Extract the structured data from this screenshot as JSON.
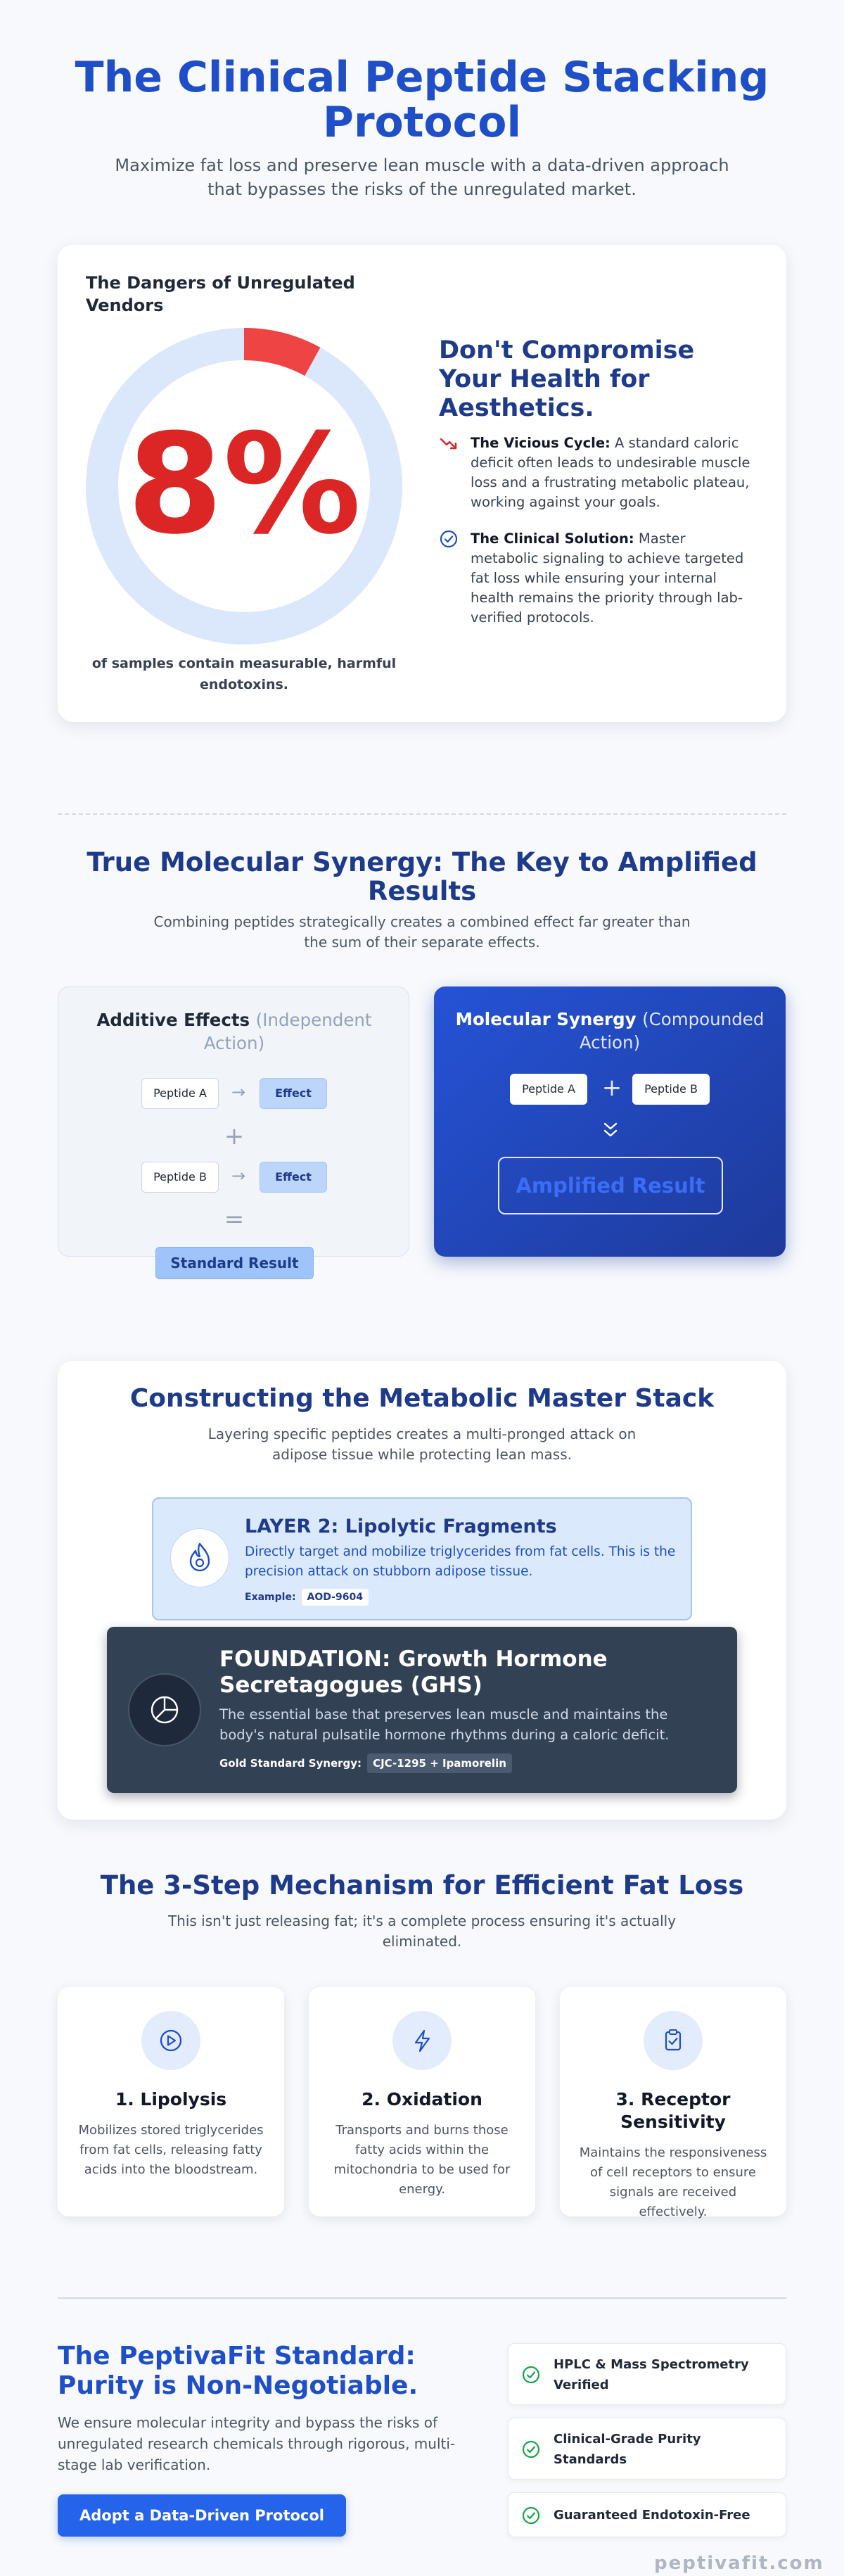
{
  "hero": {
    "title": "The Clinical Peptide Stacking Protocol",
    "subtitle": "Maximize fat loss and preserve lean muscle with a data-driven approach that bypasses the risks of the unregulated market."
  },
  "dangers": {
    "label": "The Dangers of Unregulated Vendors",
    "stat_value": "8%",
    "stat_fraction": 0.08,
    "caption": "of samples contain measurable, harmful endotoxins.",
    "heading": "Don't Compromise Your Health for Aesthetics.",
    "points": [
      {
        "title": "The Vicious Cycle:",
        "text": " A standard caloric deficit often leads to undesirable muscle loss and a frustrating metabolic plateau, working against your goals.",
        "icon": "trend-down-icon"
      },
      {
        "title": "The Clinical Solution:",
        "text": " Master metabolic signaling to achieve targeted fat loss while ensuring your internal health remains the priority through lab-verified protocols.",
        "icon": "check-circle-icon"
      }
    ]
  },
  "synergy": {
    "title": "True Molecular Synergy: The Key to Amplified Results",
    "subtitle": "Combining peptides strategically creates a combined effect far greater than the sum of their separate effects.",
    "additive": {
      "title": "Additive Effects",
      "qualifier": "(Independent Action)",
      "peptide_a": "Peptide A",
      "peptide_b": "Peptide B",
      "effect": "Effect",
      "result": "Standard Result"
    },
    "molecular": {
      "title": "Molecular Synergy",
      "qualifier": "(Compounded Action)",
      "peptide_a": "Peptide A",
      "peptide_b": "Peptide B",
      "result": "Amplified Result"
    }
  },
  "stack": {
    "title": "Constructing the Metabolic Master Stack",
    "subtitle": "Layering specific peptides creates a multi-pronged attack on adipose tissue while protecting lean mass.",
    "layer2": {
      "title": "LAYER 2: Lipolytic Fragments",
      "description": "Directly target and mobilize triglycerides from fat cells. This is the precision attack on stubborn adipose tissue.",
      "example_label": "Example:",
      "example_value": "AOD-9604",
      "icon": "flame-icon"
    },
    "foundation": {
      "title": "FOUNDATION: Growth Hormone Secretagogues (GHS)",
      "description": "The essential base that preserves lean muscle and maintains the body's natural pulsatile hormone rhythms during a caloric deficit.",
      "gold_label": "Gold Standard Synergy:",
      "gold_value": "CJC-1295 + Ipamorelin",
      "icon": "pie-icon"
    }
  },
  "mechanism": {
    "title": "The 3-Step Mechanism for Efficient Fat Loss",
    "subtitle": "This isn't just releasing fat; it's a complete process ensuring it's actually eliminated.",
    "steps": [
      {
        "title": "1. Lipolysis",
        "description": "Mobilizes stored triglycerides from fat cells, releasing fatty acids into the bloodstream.",
        "icon": "play-circle-icon"
      },
      {
        "title": "2. Oxidation",
        "description": "Transports and burns those fatty acids within the mitochondria to be used for energy.",
        "icon": "lightning-icon"
      },
      {
        "title": "3. Receptor Sensitivity",
        "description": "Maintains the responsiveness of cell receptors to ensure signals are received effectively.",
        "icon": "clipboard-check-icon"
      }
    ]
  },
  "standard": {
    "title": "The PeptivaFit Standard: Purity is Non-Negotiable.",
    "description": "We ensure molecular integrity and bypass the risks of unregulated research chemicals through rigorous, multi-stage lab verification.",
    "cta": "Adopt a Data-Driven Protocol",
    "features": [
      "HPLC & Mass Spectrometry Verified",
      "Clinical-Grade Purity Standards",
      "Guaranteed Endotoxin-Free"
    ]
  },
  "brand": "peptivafit.com",
  "colors": {
    "primary": "#1e4fc8",
    "navy": "#1e3a8a",
    "danger": "#dc2626",
    "donut_track": "#dbe8fc",
    "success": "#16a34a"
  }
}
